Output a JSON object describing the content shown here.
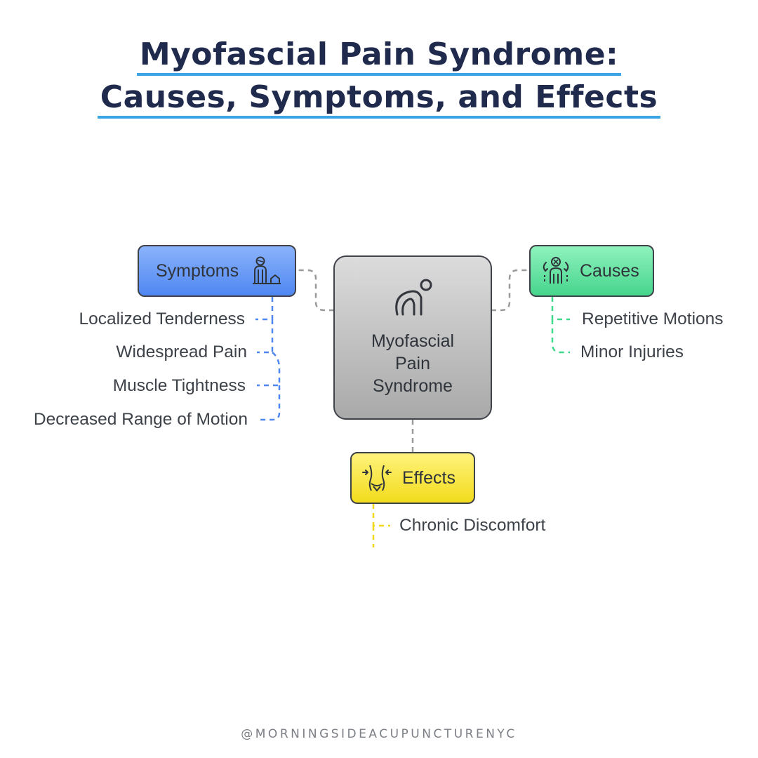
{
  "title": {
    "line1": "Myofascial Pain Syndrome:",
    "line2": "Causes, Symptoms, and Effects"
  },
  "center": {
    "line1": "Myofascial",
    "line2": "Pain",
    "line3": "Syndrome",
    "icon": "bent-person-icon",
    "color": "#bdbdbd"
  },
  "symptoms": {
    "label": "Symptoms",
    "icon": "person-pain-icon",
    "color": "#5b8ef4",
    "line_color": "#4f86f1",
    "items": [
      "Localized Tenderness",
      "Widespread Pain",
      "Muscle Tightness",
      "Decreased Range of Motion"
    ]
  },
  "causes": {
    "label": "Causes",
    "icon": "repetition-person-icon",
    "color": "#52dd95",
    "line_color": "#3fd98c",
    "items": [
      "Repetitive Motions",
      "Minor Injuries"
    ]
  },
  "effects": {
    "label": "Effects",
    "icon": "compressed-torso-icon",
    "color": "#f6e23a",
    "line_color": "#f0d81a",
    "items": [
      "Chronic Discomfort"
    ]
  },
  "footer": "@MORNINGSIDEACUPUNCTURENYC"
}
